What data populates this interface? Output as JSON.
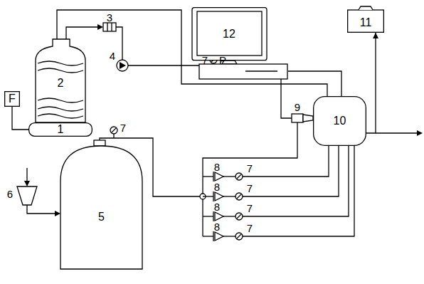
{
  "diagram": {
    "nodes": [
      {
        "text": [
          "F"
        ]
      },
      {
        "text": [
          "1"
        ]
      },
      {
        "text": [
          "2"
        ]
      },
      {
        "text": [
          "5"
        ]
      },
      {
        "text": [
          "10"
        ]
      },
      {
        "text": [
          "11"
        ]
      },
      {
        "text": [
          "12"
        ]
      }
    ],
    "edges": [
      {
        "from": 0,
        "to": 1,
        "arrow": "none"
      },
      {
        "from": 2,
        "to": 4,
        "arrow": "none"
      },
      {
        "from": 4,
        "to": 6,
        "arrow": "none"
      },
      {
        "from": 4,
        "to": 5,
        "arrow": "to"
      }
    ],
    "labels": [
      "3",
      "4",
      "7",
      "P",
      "7",
      "6",
      "8",
      "7",
      "8",
      "7",
      "8",
      "7",
      "8",
      "7",
      "9"
    ]
  }
}
